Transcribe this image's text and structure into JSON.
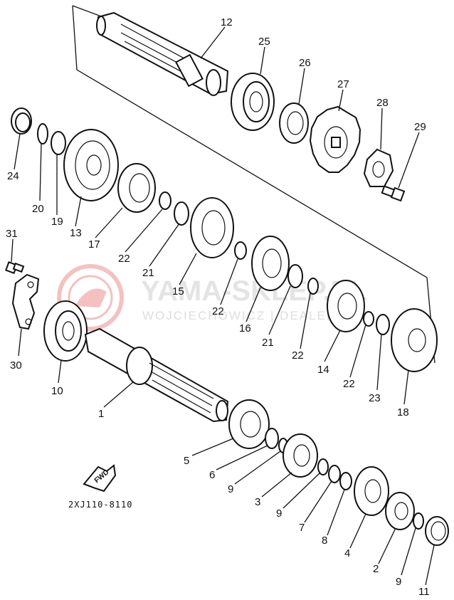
{
  "diagram": {
    "drawing_code": "2XJ110-8110",
    "fwd_label": "FWD",
    "watermark": {
      "brand": "YAMA-SKLEP.PL",
      "dealer": "WOJCIECHOWICZ | DEALER"
    }
  },
  "callouts": [
    {
      "id": "c12",
      "text": "12"
    },
    {
      "id": "c25",
      "text": "25"
    },
    {
      "id": "c26",
      "text": "26"
    },
    {
      "id": "c27",
      "text": "27"
    },
    {
      "id": "c28",
      "text": "28"
    },
    {
      "id": "c29",
      "text": "29"
    },
    {
      "id": "c24",
      "text": "24"
    },
    {
      "id": "c20",
      "text": "20"
    },
    {
      "id": "c19",
      "text": "19"
    },
    {
      "id": "c13",
      "text": "13"
    },
    {
      "id": "c17",
      "text": "17"
    },
    {
      "id": "c22a",
      "text": "22"
    },
    {
      "id": "c21a",
      "text": "21"
    },
    {
      "id": "c15",
      "text": "15"
    },
    {
      "id": "c31",
      "text": "31"
    },
    {
      "id": "c22b",
      "text": "22"
    },
    {
      "id": "c16",
      "text": "16"
    },
    {
      "id": "c21b",
      "text": "21"
    },
    {
      "id": "c22c",
      "text": "22"
    },
    {
      "id": "c14",
      "text": "14"
    },
    {
      "id": "c22d",
      "text": "22"
    },
    {
      "id": "c23",
      "text": "23"
    },
    {
      "id": "c18",
      "text": "18"
    },
    {
      "id": "c30",
      "text": "30"
    },
    {
      "id": "c10",
      "text": "10"
    },
    {
      "id": "c1",
      "text": "1"
    },
    {
      "id": "c5",
      "text": "5"
    },
    {
      "id": "c6",
      "text": "6"
    },
    {
      "id": "c9a",
      "text": "9"
    },
    {
      "id": "c3",
      "text": "3"
    },
    {
      "id": "c9b",
      "text": "9"
    },
    {
      "id": "c7",
      "text": "7"
    },
    {
      "id": "c8",
      "text": "8"
    },
    {
      "id": "c4",
      "text": "4"
    },
    {
      "id": "c2",
      "text": "2"
    },
    {
      "id": "c9c",
      "text": "9"
    },
    {
      "id": "c11",
      "text": "11"
    }
  ]
}
